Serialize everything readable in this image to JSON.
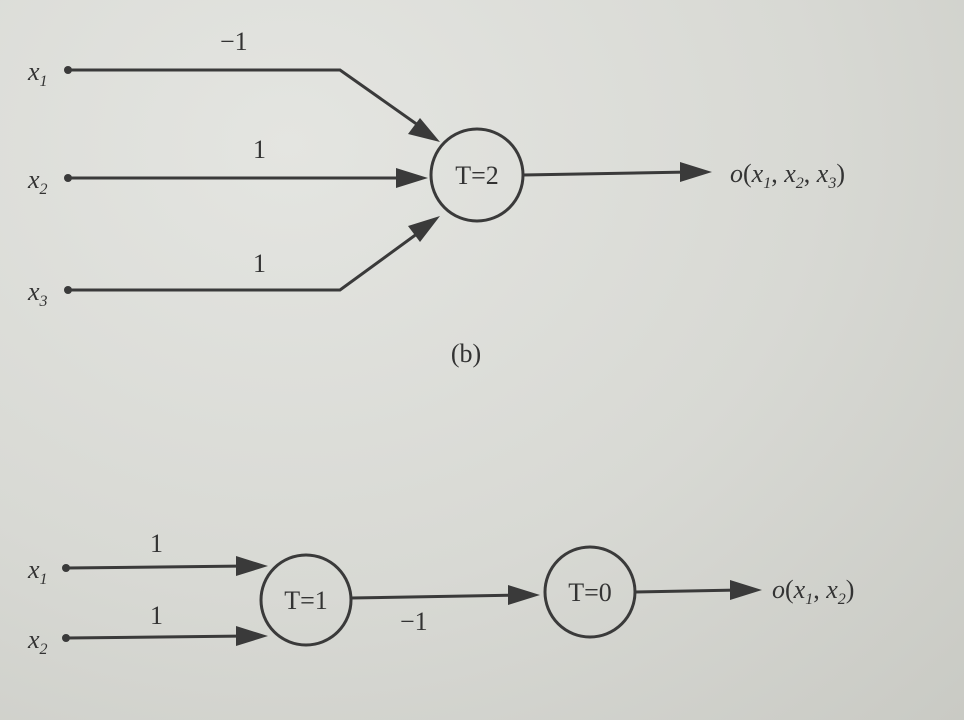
{
  "diagram_b": {
    "inputs": [
      {
        "var": "x",
        "sub": "1",
        "weight": "−1"
      },
      {
        "var": "x",
        "sub": "2",
        "weight": "1"
      },
      {
        "var": "x",
        "sub": "3",
        "weight": "1"
      }
    ],
    "node_label": "T=2",
    "output": {
      "func": "o",
      "args": [
        "x",
        "1",
        "x",
        "2",
        "x",
        "3"
      ]
    },
    "caption": "(b)"
  },
  "diagram_c": {
    "inputs": [
      {
        "var": "x",
        "sub": "1",
        "weight": "1"
      },
      {
        "var": "x",
        "sub": "2",
        "weight": "1"
      }
    ],
    "node1_label": "T=1",
    "link_weight": "−1",
    "node2_label": "T=0",
    "output": {
      "func": "o",
      "args": [
        "x",
        "1",
        "x",
        "2"
      ]
    }
  }
}
